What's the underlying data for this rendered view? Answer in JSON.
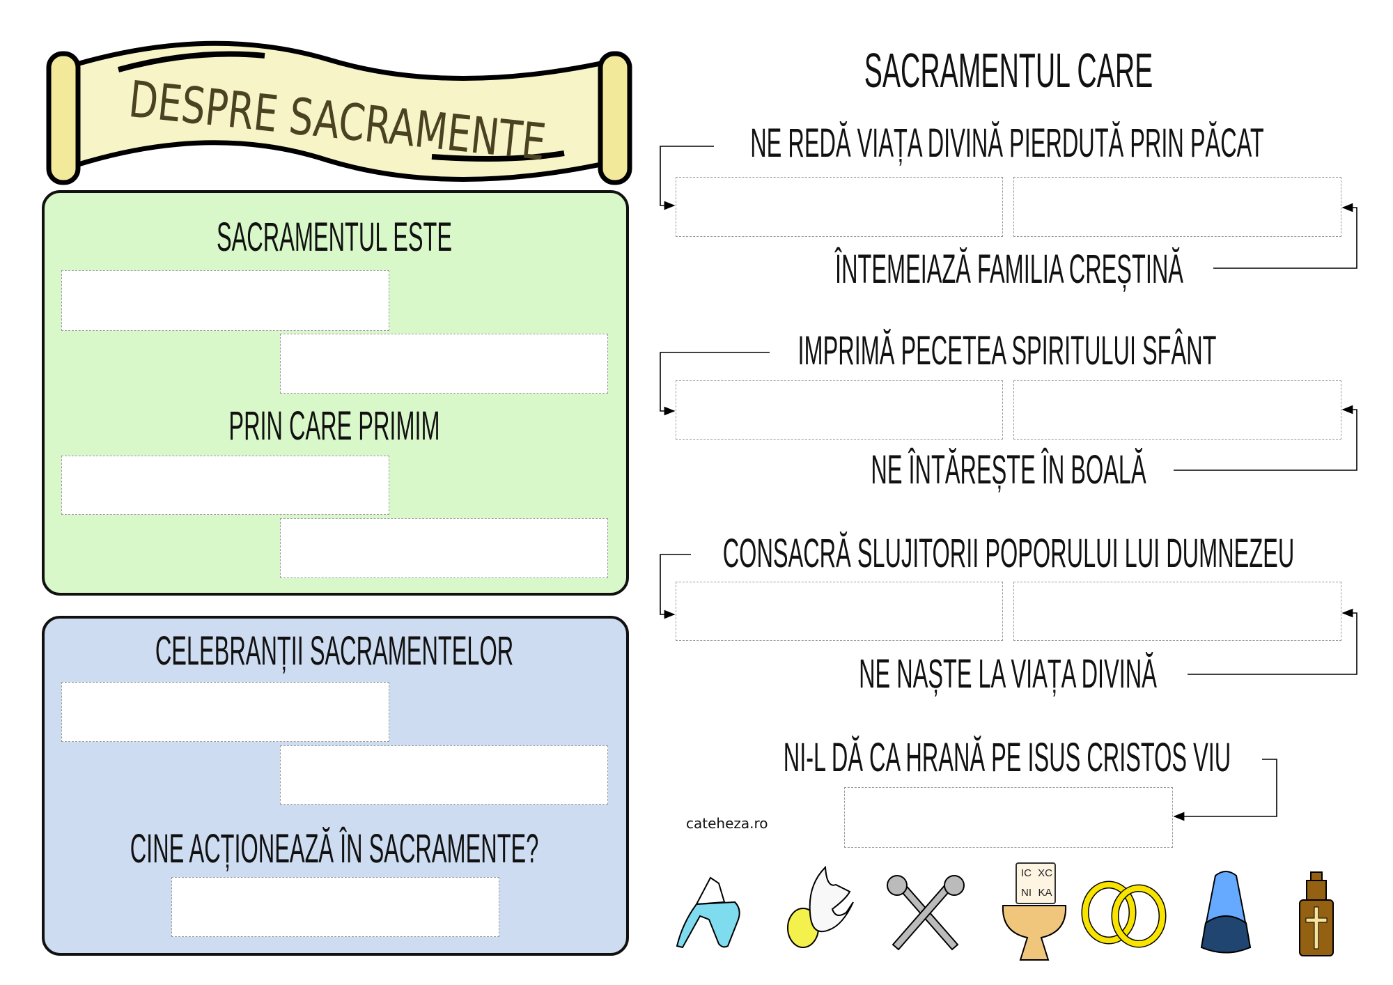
{
  "banner": {
    "title": "DESPRE SACRAMENTE"
  },
  "green_panel": {
    "title1": "SACRAMENTUL ESTE",
    "title2": "PRIN CARE PRIMIM"
  },
  "blue_panel": {
    "title1": "CELEBRANȚII SACRAMENTELOR",
    "title2": "CINE ACȚIONEAZĂ ÎN SACRAMENTE?"
  },
  "right": {
    "title": "SACRAMENTUL CARE",
    "rows": [
      {
        "top": "NE REDĂ VIAȚA DIVINĂ PIERDUTĂ PRIN PĂCAT",
        "bottom": "ÎNTEMEIAZĂ FAMILIA CREȘTINĂ"
      },
      {
        "top": "IMPRIMĂ PECETEA SPIRITULUI SFÂNT",
        "bottom": "NE ÎNTĂREȘTE ÎN BOALĂ"
      },
      {
        "top": "CONSACRĂ SLUJITORII POPORULUI LUI DUMNEZEU",
        "bottom": "NE NAȘTE LA VIAȚA DIVINĂ"
      },
      {
        "top": "NI-L DĂ CA HRANĂ PE ISUS CRISTOS VIU"
      }
    ]
  },
  "credit": "cateheza.ro",
  "icons": [
    "water-jug-icon",
    "dove-icon",
    "crossed-keys-icon",
    "chalice-icon",
    "wedding-rings-icon",
    "vestment-icon",
    "oil-bottle-icon"
  ],
  "chalice_letters": [
    "IC",
    "XC",
    "NI",
    "KA"
  ],
  "colors": {
    "green": "#d9f8c9",
    "blue": "#cddcf1",
    "scroll": "#f7f4c8",
    "title_text": "#4a4220"
  }
}
